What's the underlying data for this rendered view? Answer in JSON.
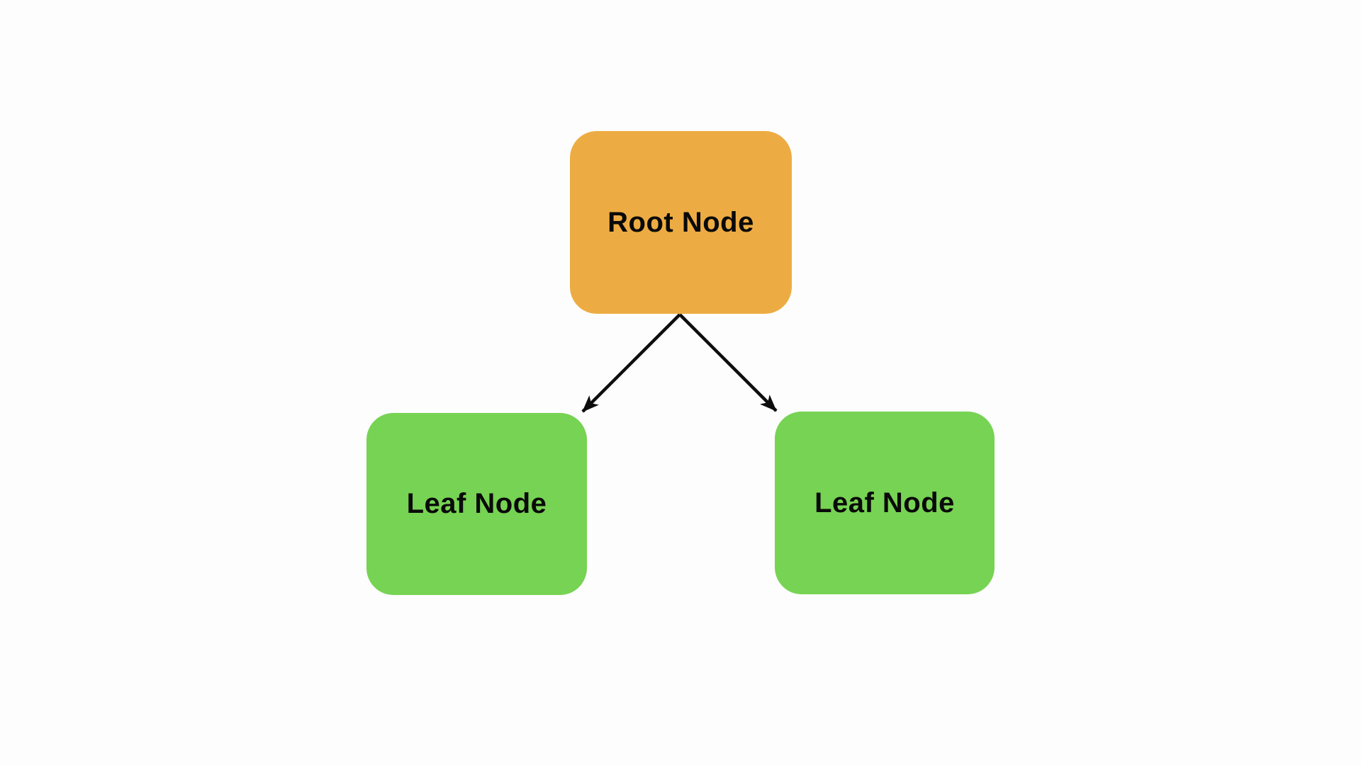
{
  "diagram": {
    "background_color": "#FDFDFD",
    "edge_color": "#0d0d0d",
    "nodes": [
      {
        "id": "root",
        "label": "Root Node",
        "fill": "#EDAC43",
        "text_color": "#0a0a0a"
      },
      {
        "id": "leaf-left",
        "label": "Leaf Node",
        "fill": "#77D353",
        "text_color": "#0a0a0a"
      },
      {
        "id": "leaf-right",
        "label": "Leaf Node",
        "fill": "#77D353",
        "text_color": "#0a0a0a"
      }
    ],
    "edges": [
      {
        "from": "root",
        "to": "leaf-left",
        "style": "arrow"
      },
      {
        "from": "root",
        "to": "leaf-right",
        "style": "arrow"
      }
    ]
  }
}
